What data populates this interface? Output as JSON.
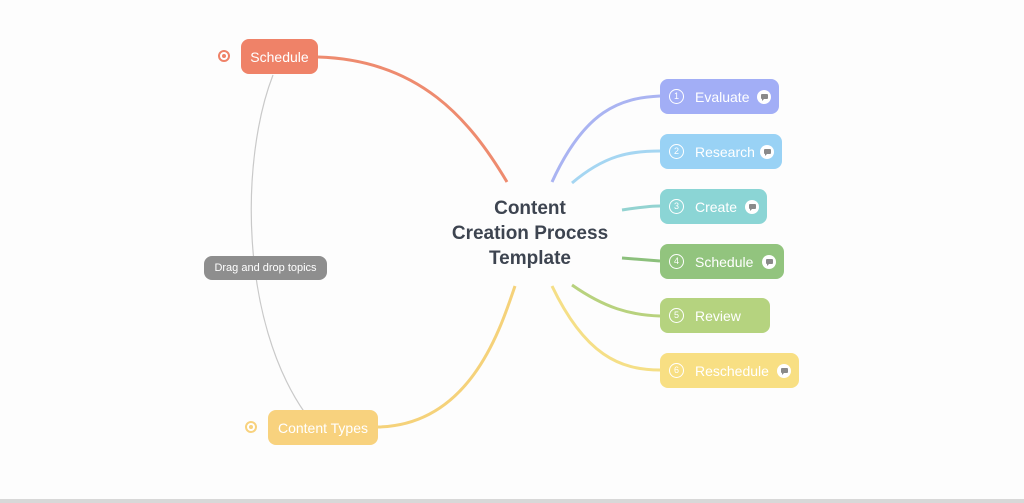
{
  "center": {
    "title_lines": [
      "Content",
      "Creation Process",
      "Template"
    ]
  },
  "left_topics": {
    "schedule": {
      "label": "Schedule",
      "color": "#ef8268",
      "line_color": "#ee8b6f"
    },
    "content_types": {
      "label": "Content Types",
      "color": "#f8d27e",
      "line_color": "#f5d27a"
    }
  },
  "hint": {
    "label": "Drag and drop topics"
  },
  "steps": [
    {
      "number": "1",
      "label": "Evaluate",
      "color": "#a2aef6",
      "line_color": "#aab4f2"
    },
    {
      "number": "2",
      "label": "Research",
      "color": "#99d2f5",
      "line_color": "#a5d6f2"
    },
    {
      "number": "3",
      "label": "Create",
      "color": "#8bd5d5",
      "line_color": "#93d3d1"
    },
    {
      "number": "4",
      "label": "Schedule",
      "color": "#92c47e",
      "line_color": "#8cc07c"
    },
    {
      "number": "5",
      "label": "Review",
      "color": "#b5d37f",
      "line_color": "#b8d27e"
    },
    {
      "number": "6",
      "label": "Reschedule",
      "color": "#f8df83",
      "line_color": "#f5df87"
    }
  ]
}
